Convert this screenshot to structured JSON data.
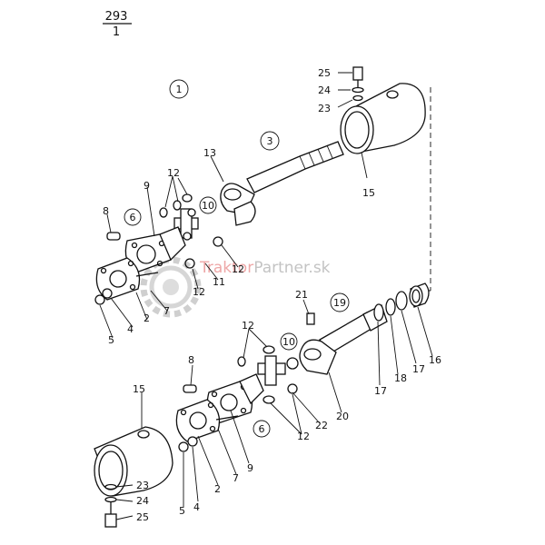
{
  "header": {
    "page_top": "293",
    "page_bottom": "1"
  },
  "watermark": {
    "part1": "Traktor",
    "part2": "Partner.sk",
    "gear_color": "#d0d0d0",
    "text_color": "#e98a8a"
  },
  "circled_labels": {
    "top_assembly": "1",
    "shaft_upper": "3",
    "yoke_upper": "10",
    "flange_upper": "6",
    "shaft_lower": "19",
    "yoke_lower": "10",
    "flange_lower": "6"
  },
  "upper_callouts": {
    "c25": "25",
    "c24": "24",
    "c23": "23",
    "c15": "15",
    "c13": "13",
    "c12a": "12",
    "c12b": "12",
    "c12c": "12",
    "c9": "9",
    "c8": "8",
    "c11": "11",
    "c7": "7",
    "c2": "2",
    "c4": "4",
    "c5": "5"
  },
  "lower_callouts": {
    "c21": "21",
    "c12a": "12",
    "c12b": "12",
    "c17a": "17",
    "c18": "18",
    "c17b": "17",
    "c16": "16",
    "c20": "20",
    "c22": "22",
    "c8": "8",
    "c15": "15",
    "c9": "9",
    "c7": "7",
    "c2": "2",
    "c4": "4",
    "c5": "5",
    "c23": "23",
    "c24": "24",
    "c25": "25"
  }
}
